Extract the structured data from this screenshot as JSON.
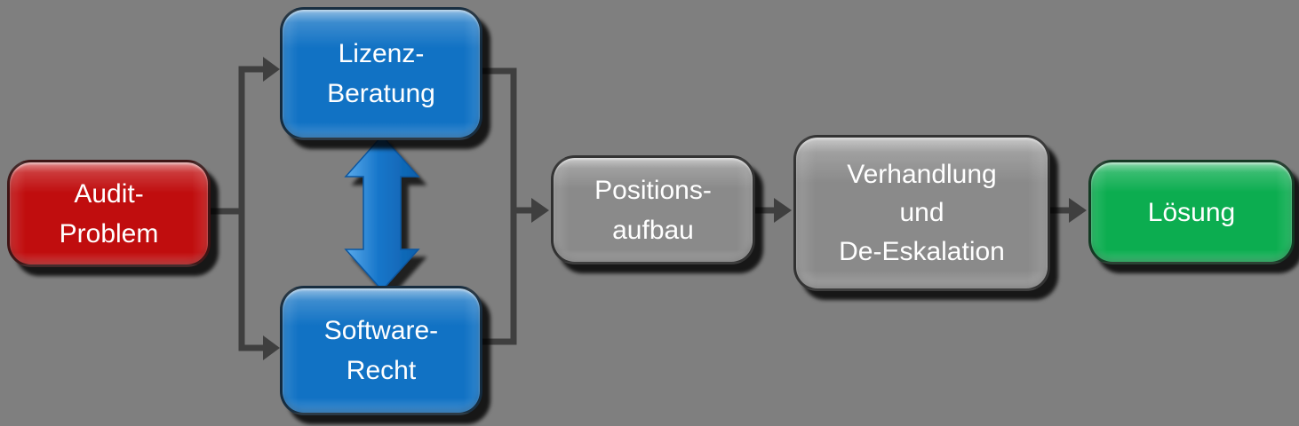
{
  "diagram": {
    "type": "flowchart",
    "background_color": "#7F7F7F",
    "connector_color": "#3F3F3F",
    "text_color": "#FFFFFF",
    "nodes": [
      {
        "id": "audit-problem",
        "label": "Audit-\nProblem",
        "fill": "#C00D0E",
        "shape": "rounded-rectangle",
        "role": "start"
      },
      {
        "id": "lizenz-beratung",
        "label": "Lizenz-\nBeratung",
        "fill": "#1172C4",
        "shape": "rounded-rectangle",
        "role": "process"
      },
      {
        "id": "software-recht",
        "label": "Software-\nRecht",
        "fill": "#1172C4",
        "shape": "rounded-rectangle",
        "role": "process"
      },
      {
        "id": "positionsaufbau",
        "label": "Positions-\naufbau",
        "fill": "#8A8A8A",
        "shape": "rounded-rectangle",
        "role": "process"
      },
      {
        "id": "verhandlung",
        "label": "Verhandlung\nund\nDe-Eskalation",
        "fill": "#8A8A8A",
        "shape": "rounded-rectangle",
        "role": "process"
      },
      {
        "id": "loesung",
        "label": "Lösung",
        "fill": "#0CAD50",
        "shape": "rounded-rectangle",
        "role": "end"
      }
    ],
    "edges": [
      {
        "from": "audit-problem",
        "to": "lizenz-beratung",
        "style": "elbow",
        "arrow": "single",
        "color": "#3F3F3F"
      },
      {
        "from": "audit-problem",
        "to": "software-recht",
        "style": "elbow",
        "arrow": "single",
        "color": "#3F3F3F"
      },
      {
        "from": "lizenz-beratung",
        "to": "positionsaufbau",
        "style": "elbow",
        "arrow": "single",
        "color": "#3F3F3F"
      },
      {
        "from": "software-recht",
        "to": "positionsaufbau",
        "style": "elbow",
        "arrow": "single",
        "color": "#3F3F3F"
      },
      {
        "from": "positionsaufbau",
        "to": "verhandlung",
        "style": "straight",
        "arrow": "single",
        "color": "#3F3F3F"
      },
      {
        "from": "verhandlung",
        "to": "loesung",
        "style": "straight",
        "arrow": "single",
        "color": "#3F3F3F"
      },
      {
        "from": "lizenz-beratung",
        "to": "software-recht",
        "style": "straight",
        "arrow": "double",
        "color": "#1172C4"
      }
    ]
  }
}
